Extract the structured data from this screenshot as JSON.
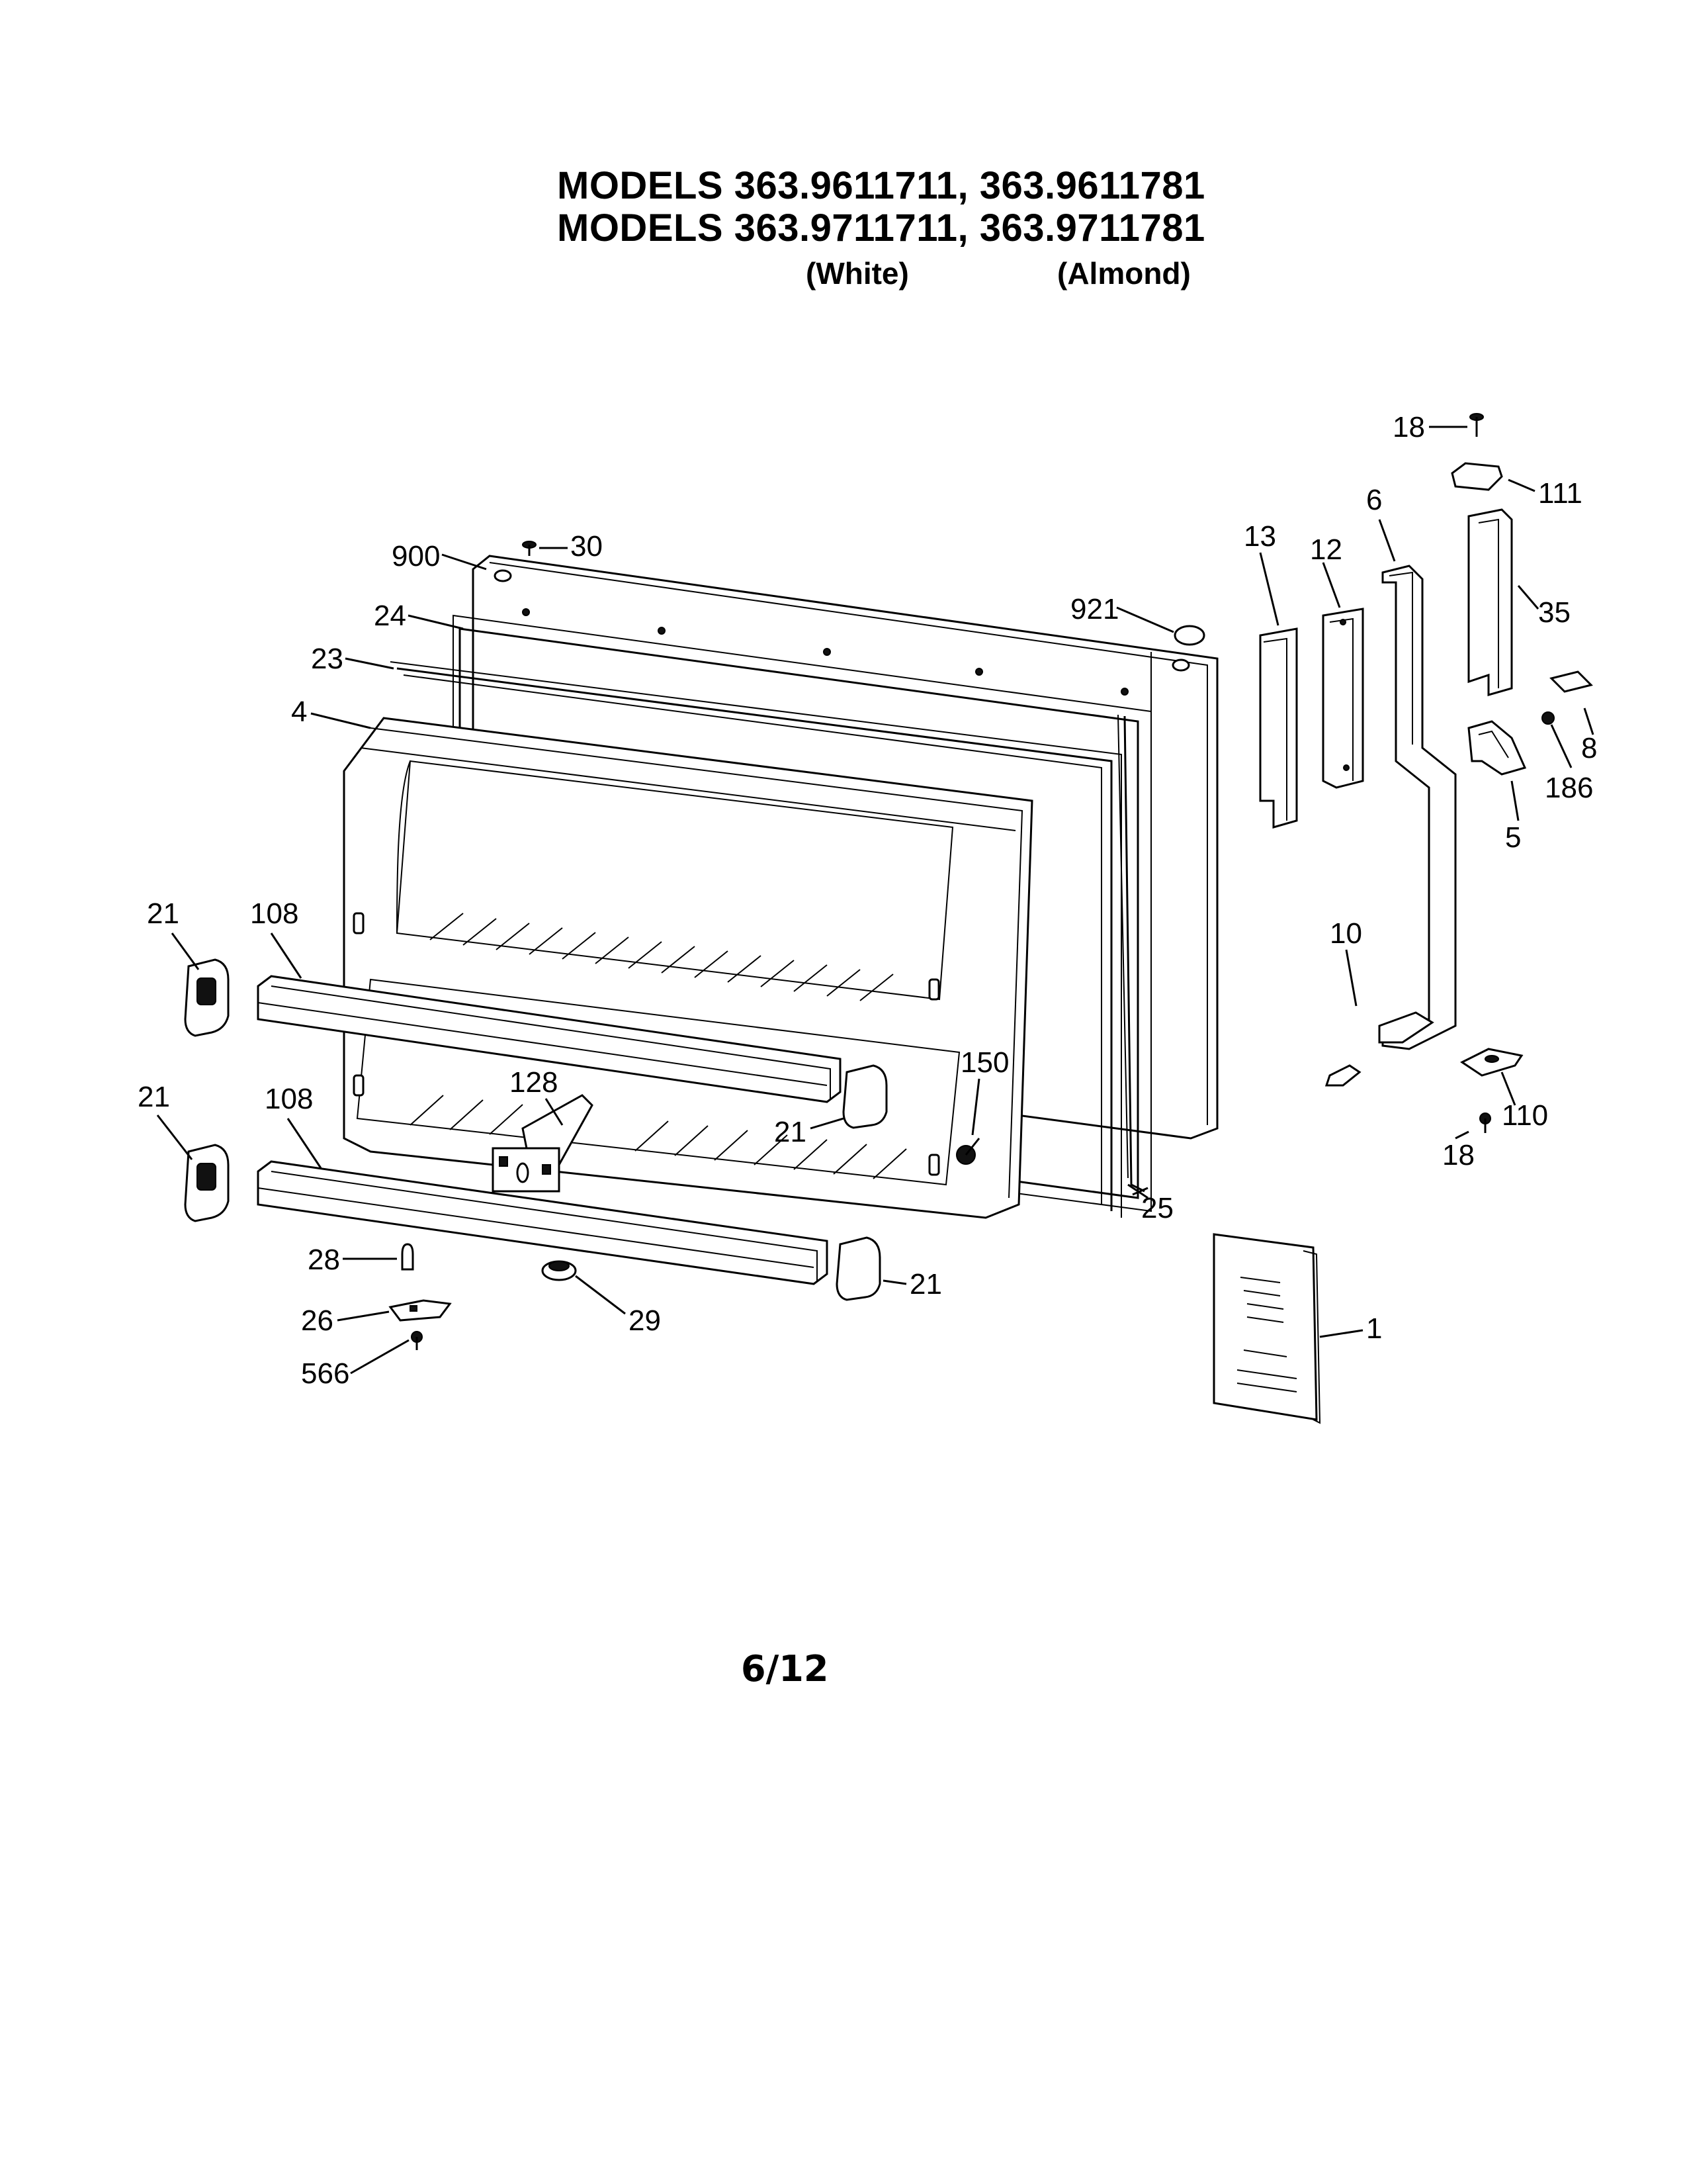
{
  "header": {
    "line1": "MODELS 363.9611711, 363.9611781",
    "line2": "MODELS 363.9711711, 363.9711781",
    "color_white": "(White)",
    "color_almond": "(Almond)"
  },
  "parts": [
    {
      "key": "p18a",
      "label": "18"
    },
    {
      "key": "p111",
      "label": "111"
    },
    {
      "key": "p6",
      "label": "6"
    },
    {
      "key": "p13",
      "label": "13"
    },
    {
      "key": "p12",
      "label": "12"
    },
    {
      "key": "p35",
      "label": "35"
    },
    {
      "key": "p900",
      "label": "900"
    },
    {
      "key": "p30",
      "label": "30"
    },
    {
      "key": "p921",
      "label": "921"
    },
    {
      "key": "p24",
      "label": "24"
    },
    {
      "key": "p23",
      "label": "23"
    },
    {
      "key": "p4",
      "label": "4"
    },
    {
      "key": "p8",
      "label": "8"
    },
    {
      "key": "p186",
      "label": "186"
    },
    {
      "key": "p5",
      "label": "5"
    },
    {
      "key": "p21a",
      "label": "21"
    },
    {
      "key": "p108a",
      "label": "108"
    },
    {
      "key": "p10",
      "label": "10"
    },
    {
      "key": "p150",
      "label": "150"
    },
    {
      "key": "p21b",
      "label": "21"
    },
    {
      "key": "p108b",
      "label": "108"
    },
    {
      "key": "p128",
      "label": "128"
    },
    {
      "key": "p21c",
      "label": "21"
    },
    {
      "key": "p18b",
      "label": "18"
    },
    {
      "key": "p110",
      "label": "110"
    },
    {
      "key": "p25",
      "label": "25"
    },
    {
      "key": "p28",
      "label": "28"
    },
    {
      "key": "p21d",
      "label": "21"
    },
    {
      "key": "p26",
      "label": "26"
    },
    {
      "key": "p29",
      "label": "29"
    },
    {
      "key": "p1",
      "label": "1"
    },
    {
      "key": "p566",
      "label": "566"
    }
  ],
  "footer": {
    "page": "6/12"
  }
}
